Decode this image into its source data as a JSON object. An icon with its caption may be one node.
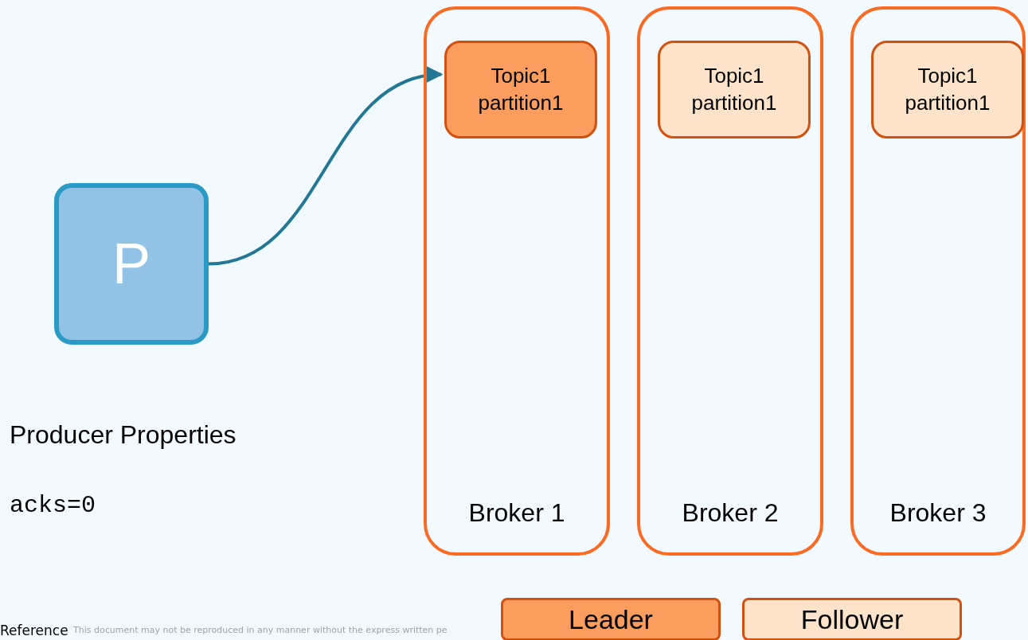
{
  "diagram": {
    "nodes": [
      {
        "text": [
          "P"
        ]
      },
      {
        "text": [
          "Broker 1"
        ]
      },
      {
        "text": [
          "Topic1 partition1"
        ],
        "in": 1
      },
      {
        "text": [
          "Broker 2"
        ]
      },
      {
        "text": [
          "Topic1 partition1"
        ],
        "in": 3
      },
      {
        "text": [
          "Broker 3"
        ]
      },
      {
        "text": [
          "Topic1 partition1"
        ],
        "in": 5
      }
    ],
    "edges": [
      {
        "from": 0,
        "to": 2,
        "arrow": "to",
        "color": "#227795"
      }
    ],
    "labels": [
      "Producer Properties",
      "acks=0",
      "Reference",
      "This document may not be reproduced in any manner without the express written pe"
    ],
    "legend": [
      {
        "text": "Leader",
        "color": "#fb9d5e"
      },
      {
        "text": "Follower",
        "color": "#fde3c9"
      }
    ]
  }
}
